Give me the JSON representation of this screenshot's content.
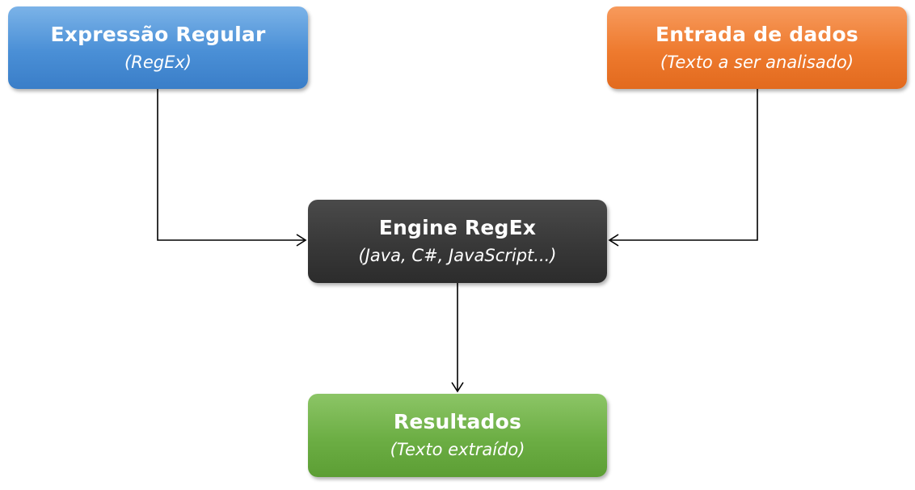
{
  "nodes": {
    "regex": {
      "title": "Expressão Regular",
      "subtitle": "(RegEx)",
      "color": "#4a8fd6"
    },
    "input": {
      "title": "Entrada de dados",
      "subtitle": "(Texto a ser analisado)",
      "color": "#ee7a2e"
    },
    "engine": {
      "title": "Engine RegEx",
      "subtitle": "(Java, C#, JavaScript...)",
      "color": "#383838"
    },
    "results": {
      "title": "Resultados",
      "subtitle": "(Texto extraído)",
      "color": "#6cae44"
    }
  },
  "edges": [
    {
      "from": "regex",
      "to": "engine"
    },
    {
      "from": "input",
      "to": "engine"
    },
    {
      "from": "engine",
      "to": "results"
    }
  ]
}
